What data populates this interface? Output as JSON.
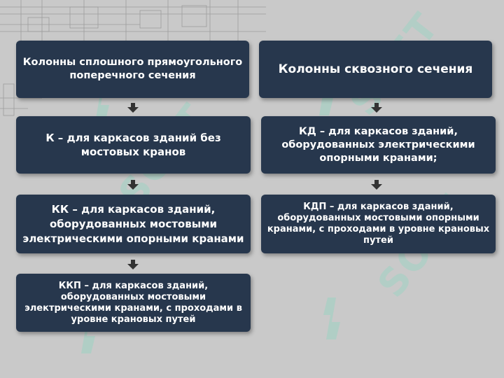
{
  "left_column": {
    "header": "Колонны сплошного прямоугольного поперечного сечения",
    "items": [
      "К – для каркасов зданий без мостовых кранов",
      "КК – для каркасов зданий, оборудованных мостовыми электрическими опорными кранами",
      "ККП – для каркасов зданий, оборудованных мостовыми электрическими кранами, с проходами в уровне крановых путей"
    ]
  },
  "right_column": {
    "header": "Колонны сквозного сечения",
    "items": [
      "КД – для каркасов зданий, оборудованных электрическими опорными кранами;",
      "КДП – для каркасов зданий, оборудованных мостовыми опорными кранами, с проходами в уровне крановых  путей"
    ]
  },
  "watermark": {
    "text": "SOFT"
  },
  "colors": {
    "box": "#27374d",
    "background": "#c9c9c9",
    "arrow": "#333333",
    "watermark": "#78dcbe"
  }
}
